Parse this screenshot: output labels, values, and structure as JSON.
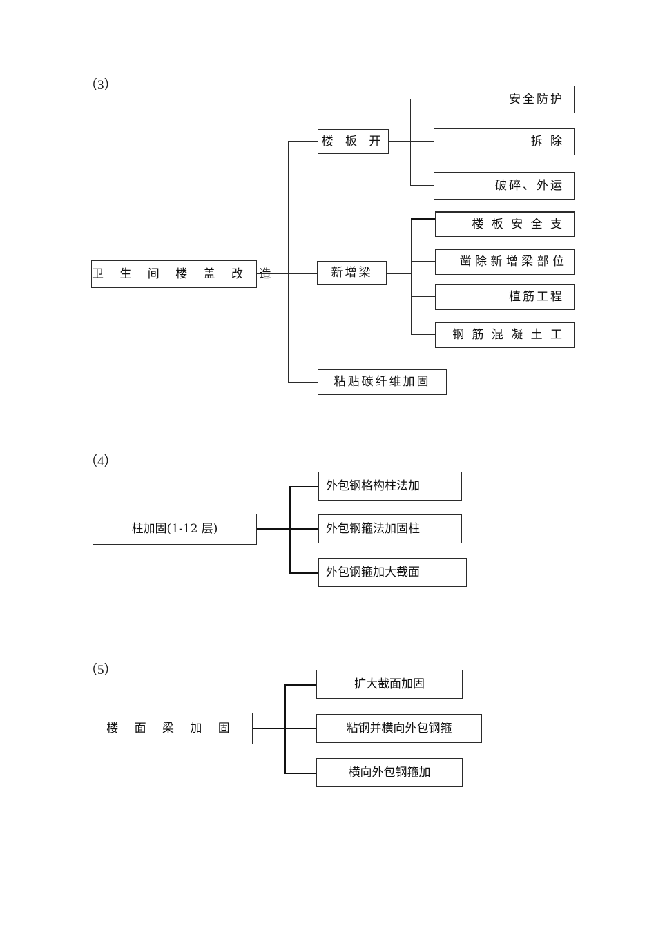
{
  "document": {
    "title": "结构加固工艺流程图",
    "sections": [
      {
        "label": "（3）",
        "root": "卫 生 间 楼 盖 改 造",
        "branches": [
          {
            "label": "楼 板 开",
            "children": [
              "安全防护",
              "拆    除",
              "破碎、外运"
            ]
          },
          {
            "label": "新增梁",
            "children": [
              "楼 板 安 全 支",
              "凿 除 新 增 梁 部 位",
              "植筋工程",
              "钢 筋 混 凝 土 工"
            ]
          },
          {
            "label": "粘贴碳纤维加固",
            "children": []
          }
        ]
      },
      {
        "label": "（4）",
        "root": "柱加固(1-12 层)",
        "branches": [
          {
            "label": "外包钢格构柱法加",
            "children": []
          },
          {
            "label": "外包钢箍法加固柱",
            "children": []
          },
          {
            "label": "外包钢箍加大截面",
            "children": []
          }
        ]
      },
      {
        "label": "（5）",
        "root": "楼 面 梁 加 固",
        "branches": [
          {
            "label": "扩大截面加固",
            "children": []
          },
          {
            "label": "粘钢并横向外包钢箍",
            "children": []
          },
          {
            "label": "横向外包钢箍加",
            "children": []
          }
        ]
      }
    ]
  },
  "colors": {
    "line": "#2b2b2b",
    "text": "#111111",
    "background": "#ffffff"
  }
}
